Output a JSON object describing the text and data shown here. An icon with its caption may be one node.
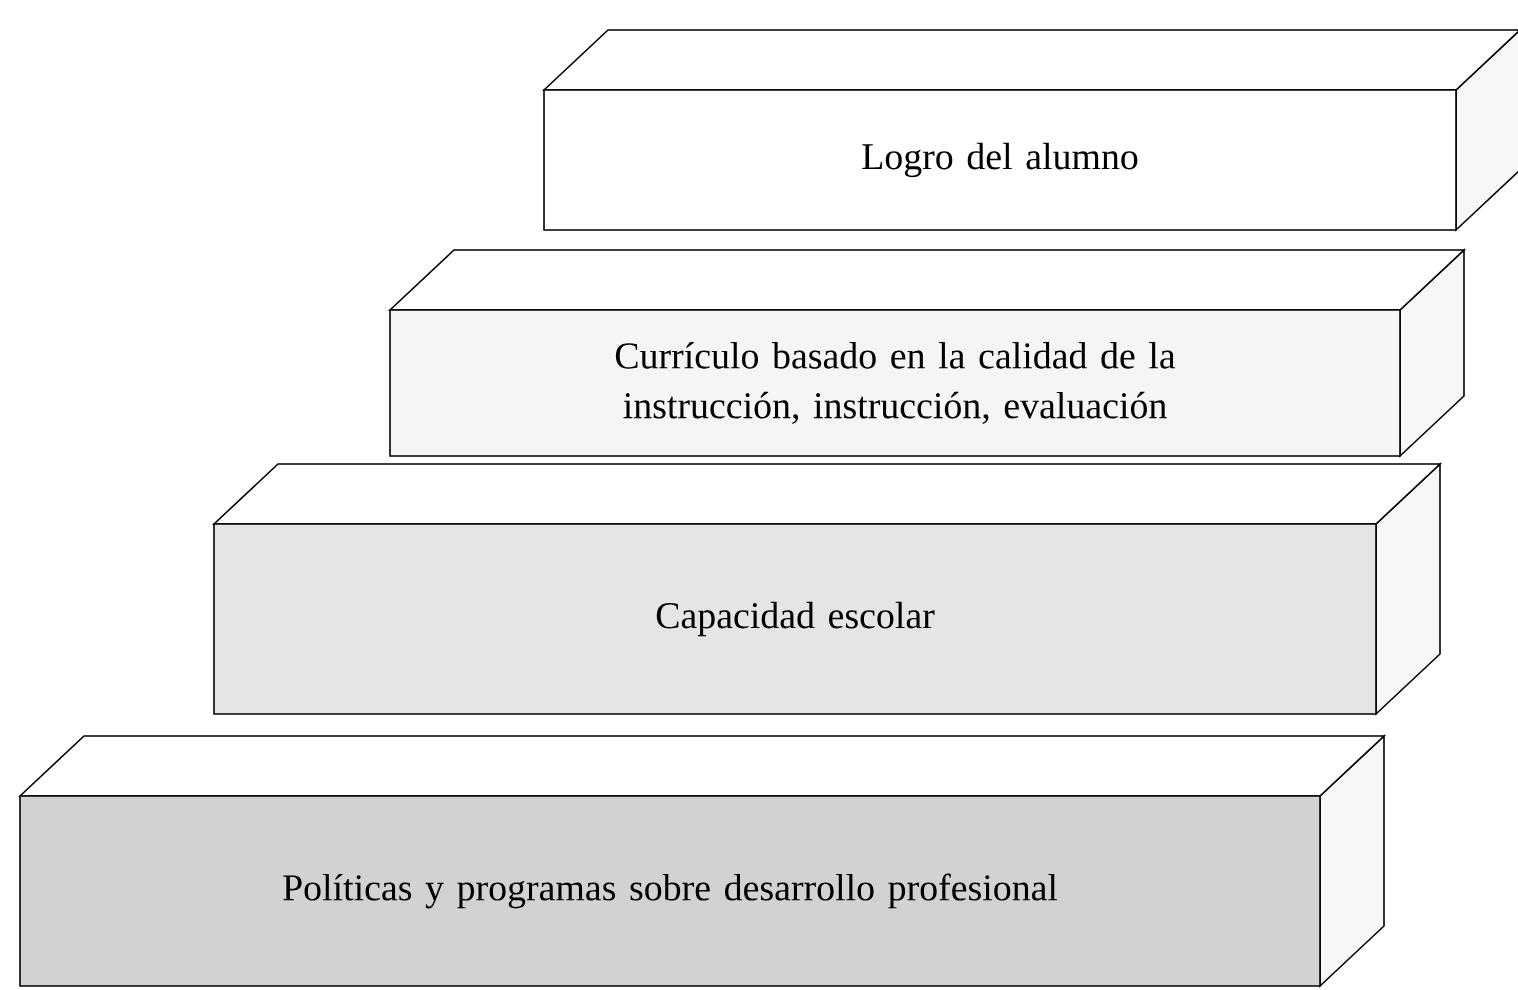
{
  "diagram": {
    "nodes": [
      {
        "text": [
          "Logro del alumno"
        ]
      },
      {
        "text": [
          "Currículo basado en la calidad de la instrucción, instrucción, evaluación"
        ]
      },
      {
        "text": [
          "Capacidad escolar"
        ]
      },
      {
        "text": [
          "Políticas y programas sobre desarrollo profesional"
        ]
      }
    ]
  }
}
